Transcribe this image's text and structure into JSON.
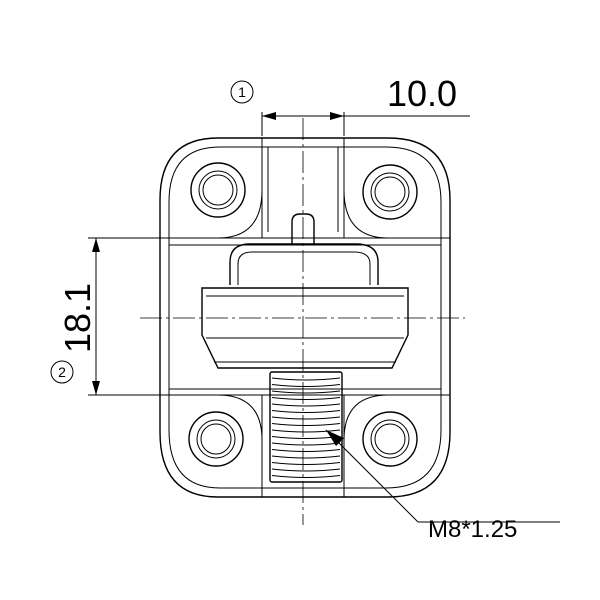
{
  "annotations": {
    "dim_width": {
      "marker": "1",
      "value": "10.0"
    },
    "dim_height": {
      "marker": "2",
      "value": "18.1"
    },
    "thread_callout": "M8*1.25"
  },
  "colors": {
    "ink": "#000000",
    "background": "#ffffff"
  }
}
